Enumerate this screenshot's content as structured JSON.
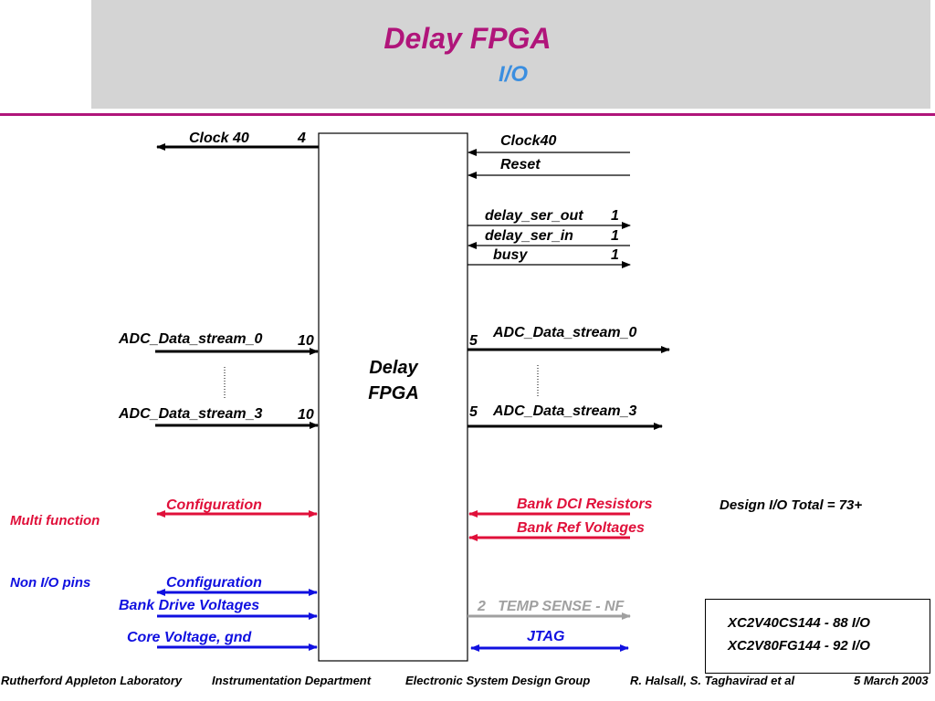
{
  "header": {
    "title": "Delay FPGA",
    "subtitle": "I/O"
  },
  "fpga_block": {
    "line1": "Delay",
    "line2": "FPGA"
  },
  "signals": {
    "clock40_out": {
      "label": "Clock 40",
      "width": "4"
    },
    "clock40_in": {
      "label": "Clock40"
    },
    "reset": {
      "label": "Reset"
    },
    "delay_ser_out": {
      "label": "delay_ser_out",
      "width": "1"
    },
    "delay_ser_in": {
      "label": "delay_ser_in",
      "width": "1"
    },
    "busy": {
      "label": "busy",
      "width": "1"
    },
    "adc_in_0": {
      "label": "ADC_Data_stream_0",
      "width": "10"
    },
    "adc_in_3": {
      "label": "ADC_Data_stream_3",
      "width": "10"
    },
    "adc_out_0": {
      "label": "ADC_Data_stream_0",
      "width": "5"
    },
    "adc_out_3": {
      "label": "ADC_Data_stream_3",
      "width": "5"
    },
    "config_red": {
      "label": "Configuration"
    },
    "bank_dci": {
      "label": "Bank DCI Resistors"
    },
    "bank_ref": {
      "label": "Bank Ref Voltages"
    },
    "config_blue": {
      "label": "Configuration"
    },
    "bank_drive": {
      "label": "Bank Drive Voltages"
    },
    "core_voltage": {
      "label": "Core Voltage, gnd"
    },
    "temp_sense": {
      "label": "2   TEMP SENSE - NF"
    },
    "jtag": {
      "label": "JTAG"
    }
  },
  "side_labels": {
    "multi_function": "Multi function",
    "non_io": "Non I/O pins"
  },
  "design_total": "Design I/O Total = 73+",
  "devices": [
    "XC2V40CS144 - 88 I/O",
    "XC2V80FG144 - 92 I/O"
  ],
  "footer": {
    "lab": "Rutherford Appleton Laboratory",
    "dept": "Instrumentation Department",
    "group": "Electronic System Design Group",
    "authors": "R. Halsall, S. Taghavirad et al",
    "date": "5 March 2003"
  },
  "colors": {
    "title": "#b0157a",
    "subtitle": "#3a8ee0",
    "red": "#e0103a",
    "blue": "#1010e0",
    "grey": "#a0a0a0"
  }
}
